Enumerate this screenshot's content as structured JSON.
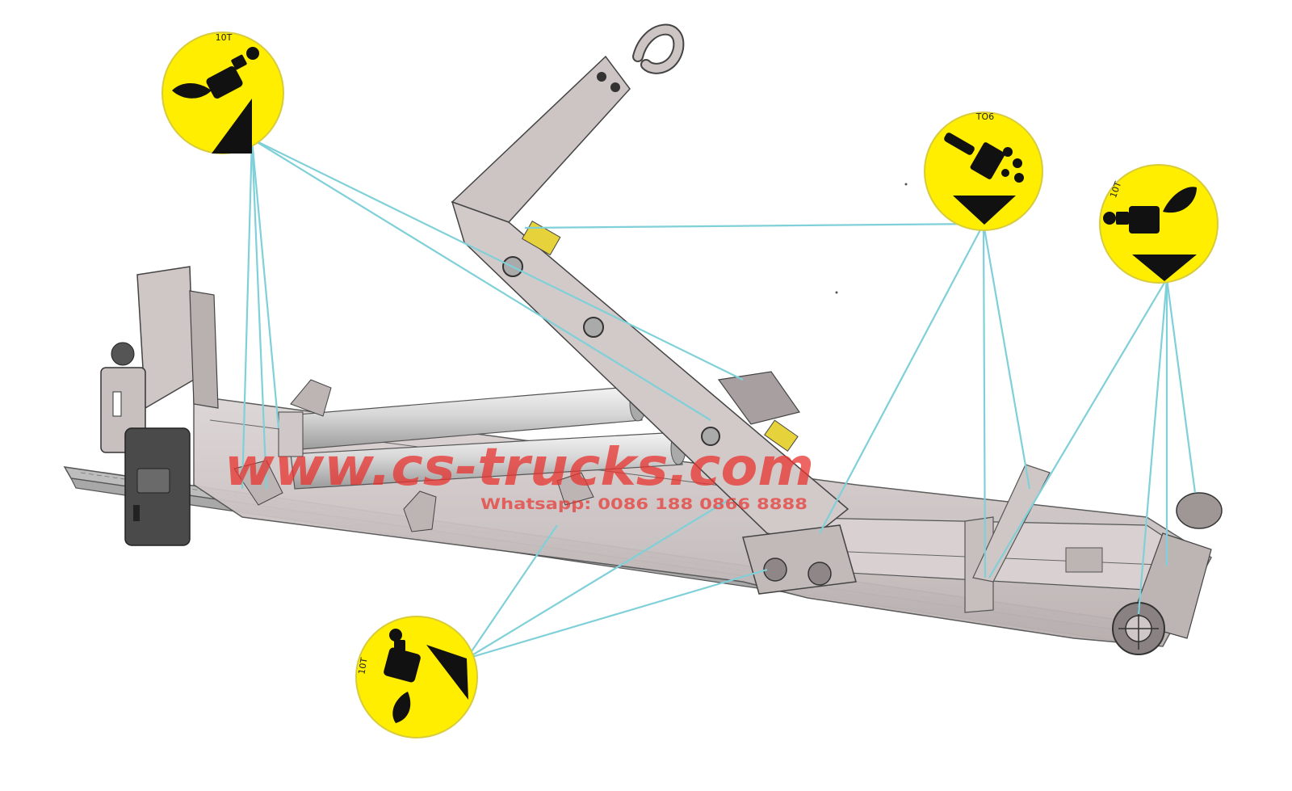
{
  "colors": {
    "badge_yellow": "#ffee00",
    "leader_line": "#7fd0d8",
    "watermark": "#e8332f",
    "frame_fill": "#cfc6c6",
    "frame_stroke": "#555555",
    "cylinder": "#d9d9d9"
  },
  "watermark": {
    "site": "www.cs-trucks.com",
    "contact": "Whatsapp: 0086 188 0866 8888"
  },
  "badges": [
    {
      "id": "top-left",
      "label": "10T",
      "icon": "grease-brush-oil-drop-icon"
    },
    {
      "id": "top-right-a",
      "label": "TO6",
      "icon": "brush-oil-drops-icon"
    },
    {
      "id": "top-right-b",
      "label": "10T",
      "icon": "grease-brush-oil-drop-icon"
    },
    {
      "id": "bottom",
      "label": "10T",
      "icon": "grease-brush-oil-drop-icon"
    }
  ]
}
